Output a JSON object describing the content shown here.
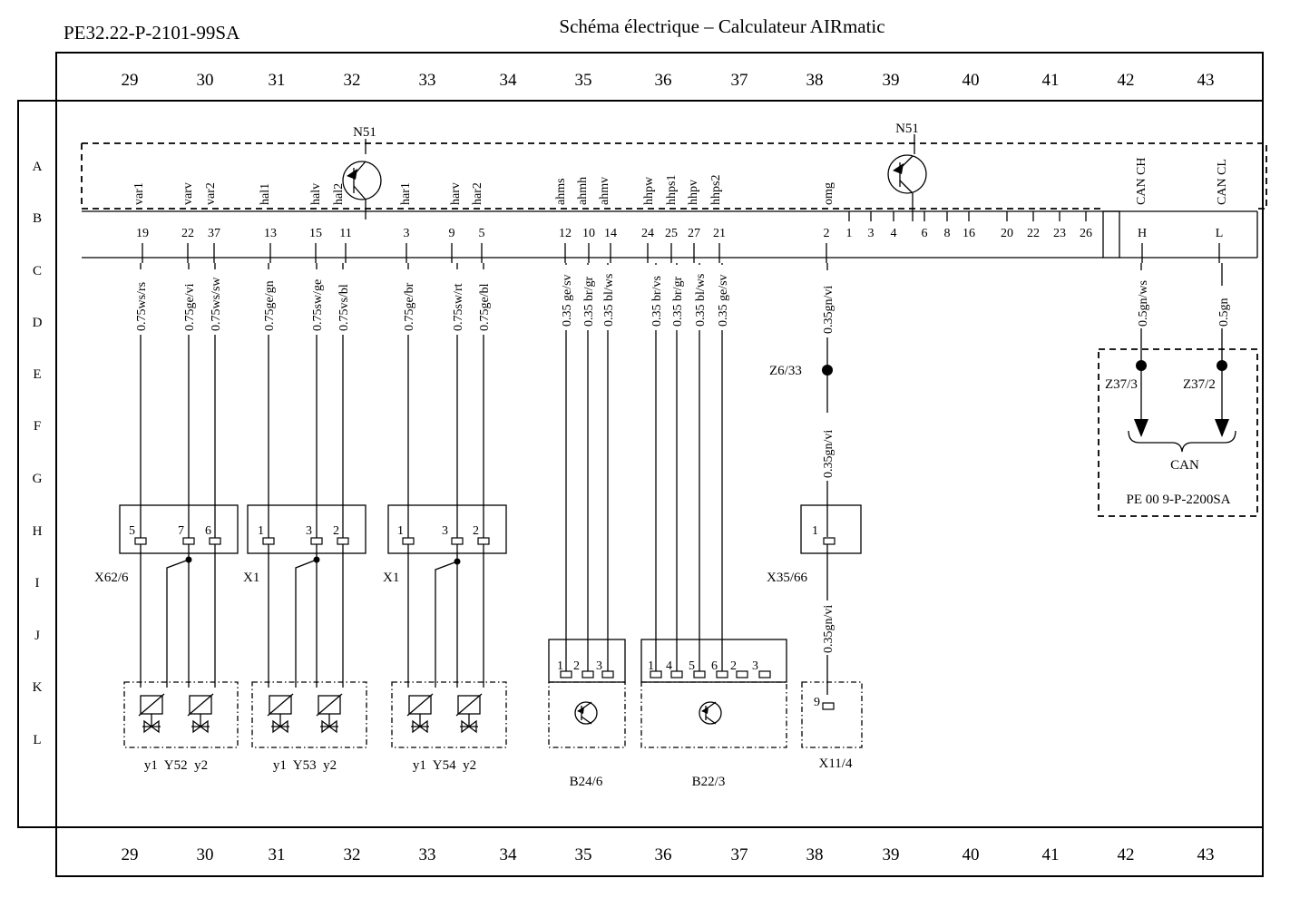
{
  "header": {
    "doc_number": "PE32.22-P-2101-99SA",
    "title": "Schéma électrique – Calculateur AIRmatic"
  },
  "grid": {
    "columns": [
      "29",
      "30",
      "31",
      "32",
      "33",
      "34",
      "35",
      "36",
      "37",
      "38",
      "39",
      "40",
      "41",
      "42",
      "43"
    ],
    "rows": [
      "A",
      "B",
      "C",
      "D",
      "E",
      "F",
      "G",
      "H",
      "I",
      "J",
      "K",
      "L"
    ]
  },
  "control_unit": {
    "label_left": "N51",
    "label_right": "N51",
    "signals": [
      "var1",
      "varv",
      "var2",
      "hal1",
      "halv",
      "hal2",
      "har1",
      "harv",
      "har2",
      "ahms",
      "ahmh",
      "ahmv",
      "hhpw",
      "hhps1",
      "hhpv",
      "hhps2",
      "omg",
      "CAN CH",
      "CAN CL"
    ],
    "pins": [
      "19",
      "22",
      "37",
      "13",
      "15",
      "11",
      "3",
      "9",
      "5",
      "12",
      "10",
      "14",
      "24",
      "25",
      "27",
      "21",
      "2",
      "1",
      "3",
      "4",
      "6",
      "8",
      "16",
      "20",
      "22",
      "23",
      "26",
      "H",
      "L"
    ]
  },
  "wires": [
    "0.75ws/rs",
    "0.75ge/vi",
    "0.75ws/sw",
    "0.75ge/gn",
    "0.75sw/ge",
    "0.75vs/bl",
    "0.75ge/br",
    "0.75sw/rt",
    "0.75ge/bl",
    "0.35 ge/sv",
    "0.35 br/gr",
    "0.35 bl/ws",
    "0.35 br/vs",
    "0.35 br/gr",
    "0.35 bl/ws",
    "0.35 ge/sv",
    "0.35gn/vi",
    "0.35gn/vi",
    "0.35gn/vi",
    "0.5gn/ws",
    "0.5gn"
  ],
  "connectors": {
    "x62": {
      "name": "X62/6",
      "pins": [
        "5",
        "7",
        "6"
      ]
    },
    "x1a": {
      "name": "X1",
      "pins": [
        "1",
        "3",
        "2"
      ]
    },
    "x1b": {
      "name": "X1",
      "pins": [
        "1",
        "3",
        "2"
      ]
    },
    "x35": {
      "name": "X35/66",
      "pins": [
        "1"
      ]
    },
    "b24": {
      "pins": [
        "1",
        "2",
        "3"
      ]
    },
    "b22": {
      "pins": [
        "1",
        "4",
        "5",
        "6",
        "2",
        "3"
      ]
    },
    "x11": {
      "name": "X11/4",
      "pins": [
        "9"
      ]
    }
  },
  "components": {
    "y52": "y1  Y52  y2",
    "y53": "y1  Y53  y2",
    "y54": "y1  Y54  y2",
    "b24": "B24/6",
    "b22": "B22/3",
    "z6": "Z6/33",
    "z37_3": "Z37/3",
    "z37_2": "Z37/2",
    "can": "CAN",
    "can_ref": "PE 00 9-P-2200SA"
  }
}
